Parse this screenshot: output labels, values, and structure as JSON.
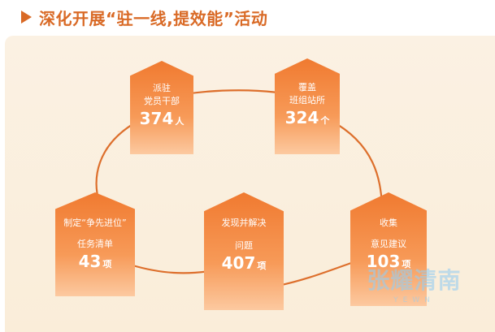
{
  "title": "深化开展“驻一线,提效能”活动",
  "cards": [
    {
      "line1": "派驻",
      "line2": "党员干部",
      "value": "374",
      "unit": "人"
    },
    {
      "line1": "覆盖",
      "line2": "班组站所",
      "value": "324",
      "unit": "个"
    },
    {
      "line1": "制定“争先进位”",
      "line2": "任务清单",
      "value": "43",
      "unit": "项"
    },
    {
      "line1": "发现并解决",
      "line2": "问题",
      "value": "407",
      "unit": "项"
    },
    {
      "line1": "收集",
      "line2": "意见建议",
      "value": "103",
      "unit": "项"
    }
  ],
  "watermark": {
    "text": "张耀清南",
    "sub": "YEWN"
  },
  "colors": {
    "accent": "#d96a26",
    "ring": "#dd6f2c",
    "panel": "#fbf0e1"
  }
}
